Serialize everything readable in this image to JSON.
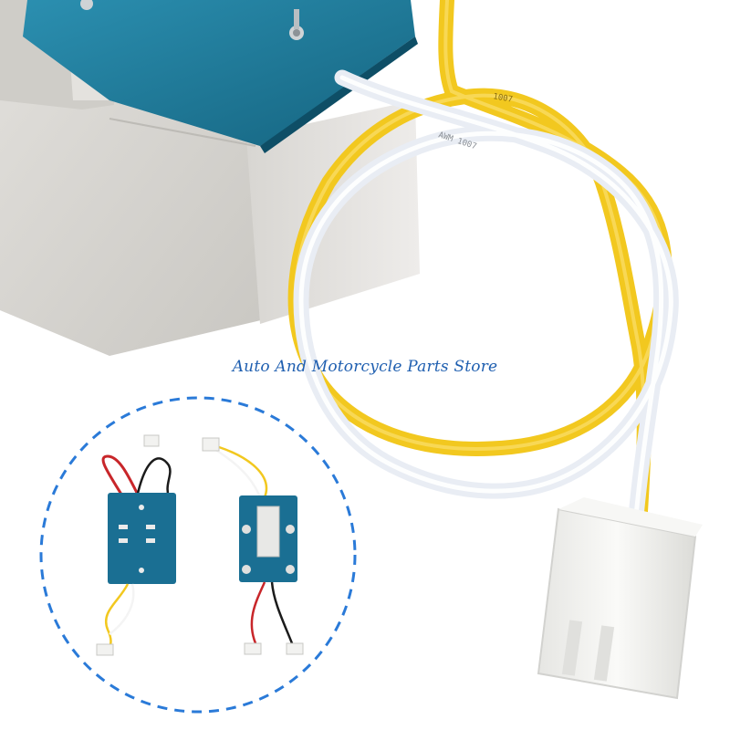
{
  "watermark": {
    "text": "Auto And Motorcycle Parts Store"
  },
  "wire_prints": {
    "white": "AWM 1007",
    "yellow": "1007"
  },
  "colors": {
    "background": "#ffffff",
    "aluminum": "#d6d4cf",
    "pcb_blue": "#1d6e8c",
    "wire_yellow": "#f2c81f",
    "wire_white": "#eef2f8",
    "connector": "#f4f4f2",
    "circle_dash": "#2a7ad8"
  },
  "inset": {
    "boards": [
      "left-pcb",
      "right-pcb"
    ]
  }
}
